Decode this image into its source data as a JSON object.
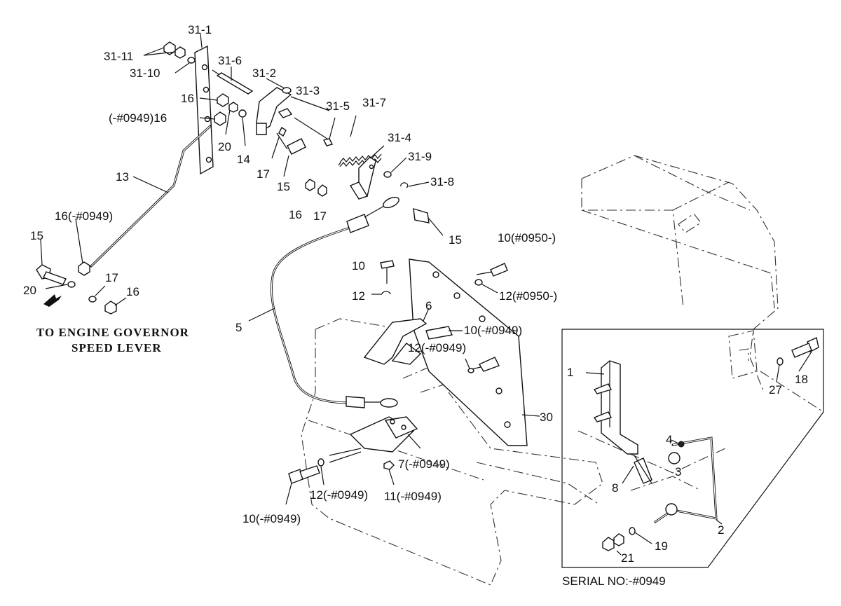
{
  "labels": {
    "l_31_1": "31-1",
    "l_31_11": "31-11",
    "l_31_10": "31-10",
    "l_31_6": "31-6",
    "l_31_2": "31-2",
    "l_31_3": "31-3",
    "l_31_5": "31-5",
    "l_31_7": "31-7",
    "l_31_4": "31-4",
    "l_31_9": "31-9",
    "l_31_8": "31-8",
    "l_16_a": "16",
    "l_16_b": "(-#0949)16",
    "l_20_a": "20",
    "l_14": "14",
    "l_17_a": "17",
    "l_15_a": "15",
    "l_16_c": "16",
    "l_17_b": "17",
    "l_15_b": "15",
    "l_13": "13",
    "l_16_d": "16(-#0949)",
    "l_15_c": "15",
    "l_20_b": "20",
    "l_17_c": "17",
    "l_16_e": "16",
    "l_10_a": "10(#0950-)",
    "l_10_b": "10",
    "l_12_a": "12",
    "l_12_b": "12(#0950-)",
    "l_6": "6",
    "l_10_c": "10(-#0949)",
    "l_12_c": "12(-#0949)",
    "l_5": "5",
    "l_30": "30",
    "l_7": "7(-#0949)",
    "l_12_d": "12(-#0949)",
    "l_11": "11(-#0949)",
    "l_10_d": "10(-#0949)",
    "l_1": "1",
    "l_27": "27",
    "l_18": "18",
    "l_4": "4",
    "l_3": "3",
    "l_8": "8",
    "l_2": "2",
    "l_19": "19",
    "l_21": "21"
  },
  "note_line1": "TO ENGINE GOVERNOR",
  "note_line2": "SPEED LEVER",
  "serial_note": "SERIAL NO:-#0949"
}
